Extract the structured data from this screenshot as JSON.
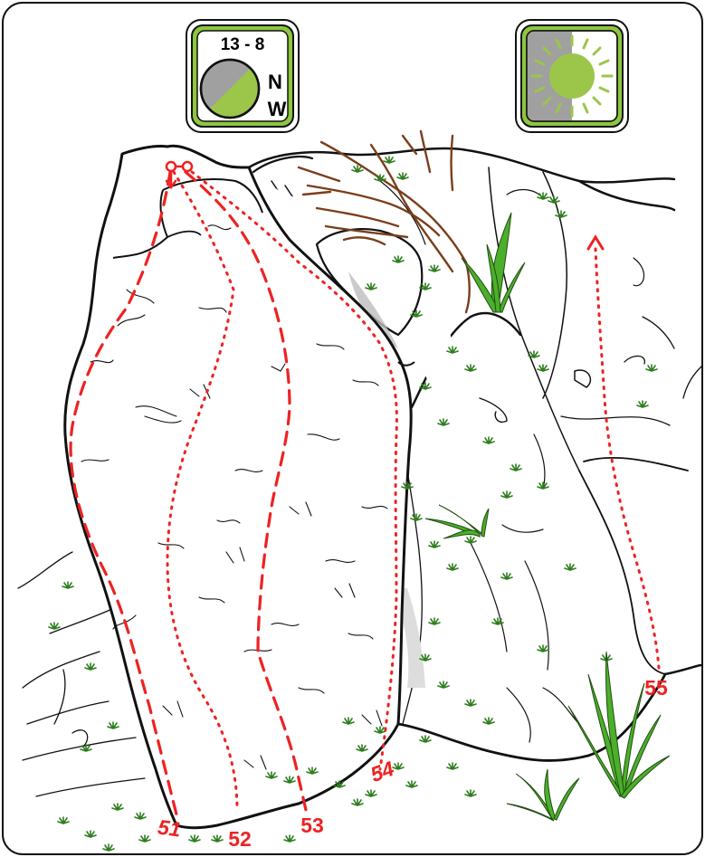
{
  "orientation_badge": {
    "hours": "13 - 8",
    "dir_primary": "N",
    "dir_secondary": "W",
    "accent": "#8dc63f",
    "dial_shade": "#a0a0a0",
    "dial_light": "#9bc64a"
  },
  "sun_badge": {
    "icon": "sun-icon",
    "shade": "#a0a0a0",
    "sun_color": "#9bc64a"
  },
  "topo_colors": {
    "route": "#ee2222",
    "rock_outline": "#111111",
    "tree": "#7a3e1b",
    "grass": "#4caf2a",
    "shade": "#c8c8c8"
  },
  "routes": [
    {
      "number": "51",
      "style": "dashed"
    },
    {
      "number": "52",
      "style": "dotted"
    },
    {
      "number": "53",
      "style": "dashed"
    },
    {
      "number": "54",
      "style": "dotted"
    },
    {
      "number": "55",
      "style": "dotted-arrow"
    }
  ],
  "anchor": {
    "icon": "lower-off-anchor-icon"
  }
}
